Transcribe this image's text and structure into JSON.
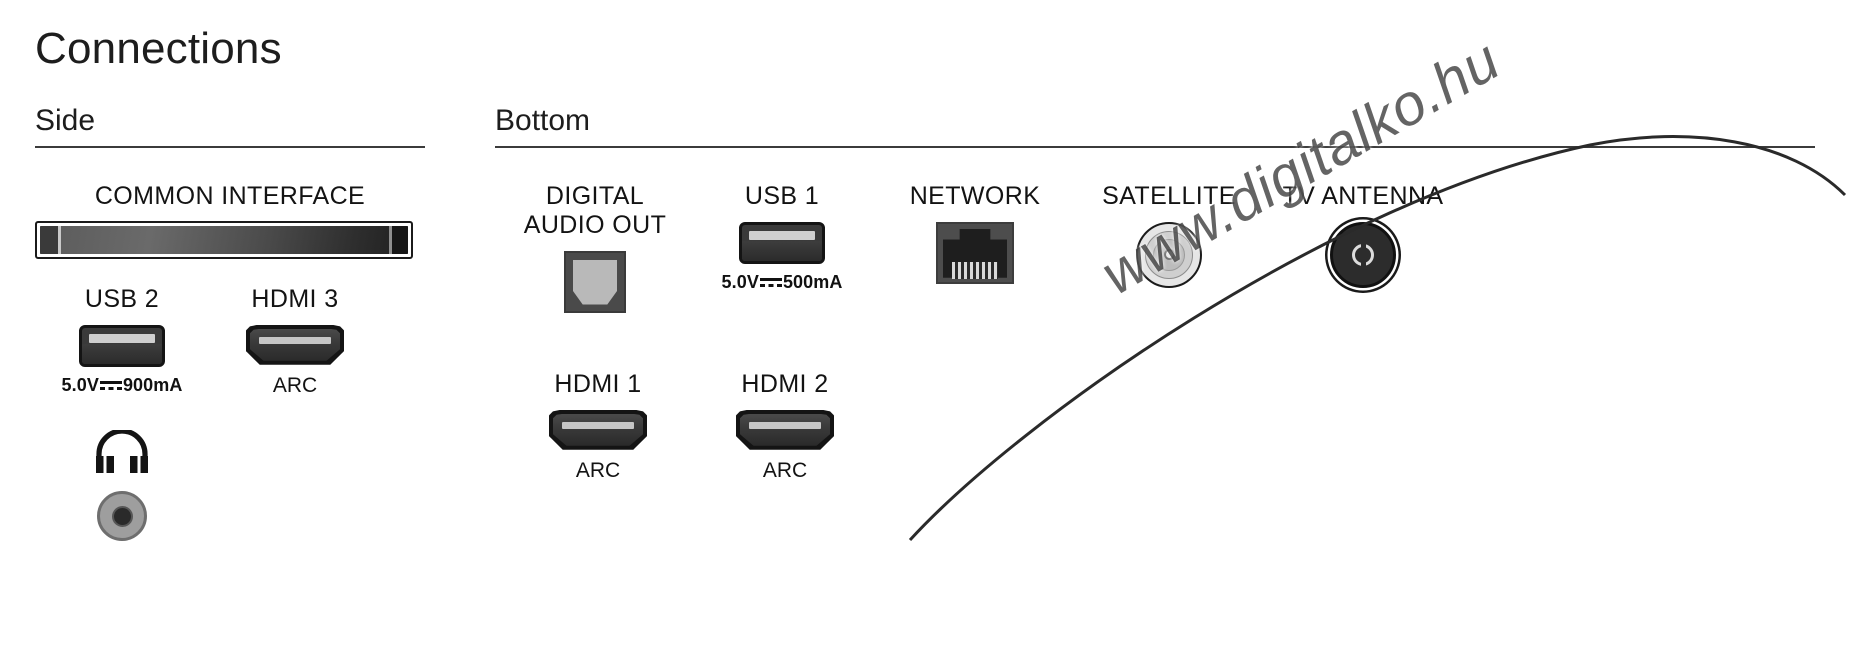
{
  "page": {
    "title": "Connections",
    "background": "#ffffff",
    "ink": "#1a1a1a"
  },
  "sections": [
    {
      "id": "side",
      "title": "Side"
    },
    {
      "id": "bottom",
      "title": "Bottom"
    }
  ],
  "side_ports": {
    "common_interface": {
      "label": "COMMON INTERFACE",
      "icon": "common-interface-slot-icon"
    },
    "usb2": {
      "label": "USB 2",
      "icon": "usb-port-icon",
      "power_volts": "5.0V",
      "power_current": "900mA",
      "dc_symbol": "DC"
    },
    "hdmi3": {
      "label": "HDMI 3",
      "icon": "hdmi-port-icon",
      "feature": "ARC"
    },
    "headphone": {
      "icon": "headphone-icon",
      "jack_icon": "audio-jack-icon"
    }
  },
  "bottom_ports_row1": [
    {
      "label": "DIGITAL",
      "label2": "AUDIO OUT",
      "icon": "optical-toslink-port-icon"
    },
    {
      "label": "USB 1",
      "icon": "usb-port-icon",
      "power_volts": "5.0V",
      "power_current": "500mA"
    },
    {
      "label": "NETWORK",
      "icon": "rj45-ethernet-port-icon"
    },
    {
      "label": "SATELLITE",
      "icon": "satellite-f-connector-icon"
    },
    {
      "label": "TV ANTENNA",
      "icon": "coax-antenna-connector-icon"
    }
  ],
  "bottom_ports_row2": [
    {
      "label": "HDMI 1",
      "icon": "hdmi-port-icon",
      "feature": "ARC"
    },
    {
      "label": "HDMI 2",
      "icon": "hdmi-port-icon",
      "feature": "ARC"
    }
  ],
  "watermark": {
    "text": "www.digitalko.hu"
  }
}
